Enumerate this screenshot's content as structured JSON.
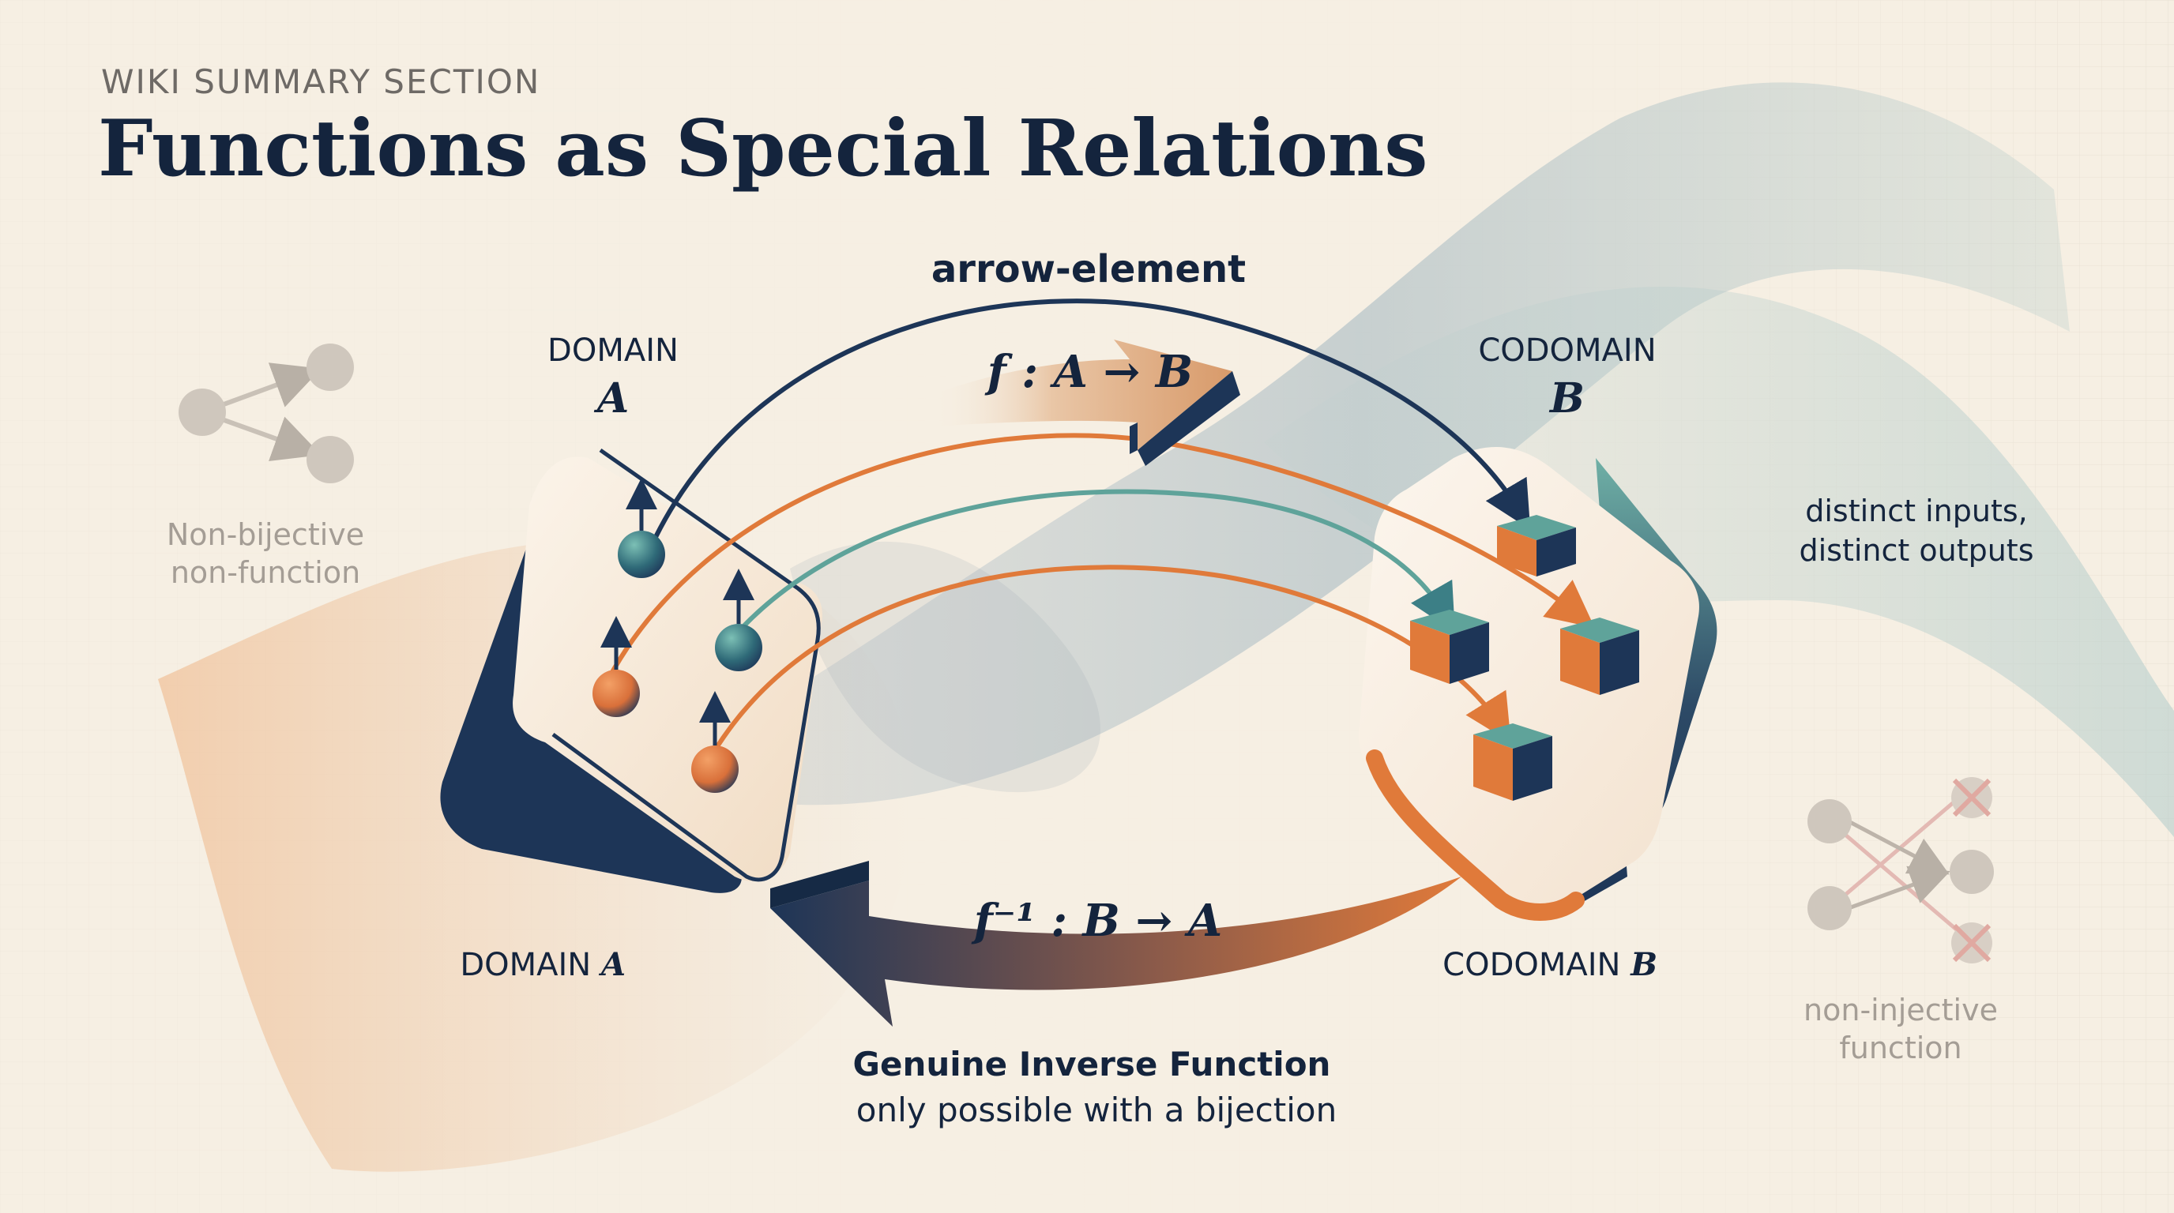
{
  "header": {
    "eyebrow": "WIKI SUMMARY SECTION",
    "title": "Functions as Special Relations"
  },
  "labels": {
    "arrow_element": "arrow-element",
    "domain_top": "DOMAIN",
    "domain_top_symbol": "A",
    "codomain_top": "CODOMAIN",
    "codomain_top_symbol": "B",
    "domain_bottom": "DOMAIN",
    "domain_bottom_symbol": "A",
    "codomain_bottom": "CODOMAIN",
    "codomain_bottom_symbol": "B",
    "forward_map": "f : A → B",
    "inverse_map": "f⁻¹ : B → A",
    "bijection_note_line1": "distinct inputs,",
    "bijection_note_line2": "distinct outputs",
    "inverse_title": "Genuine Inverse Function",
    "inverse_subtitle": "only possible with a bijection"
  },
  "side_examples": {
    "left_line1": "Non-bijective",
    "left_line2": "non-function",
    "right_line1": "non-injective",
    "right_line2": "function"
  },
  "colors": {
    "navy": "#1d3557",
    "orange": "#e07a3a",
    "teal": "#5fa39a",
    "background": "#f6efe3",
    "muted": "#a49d95"
  }
}
